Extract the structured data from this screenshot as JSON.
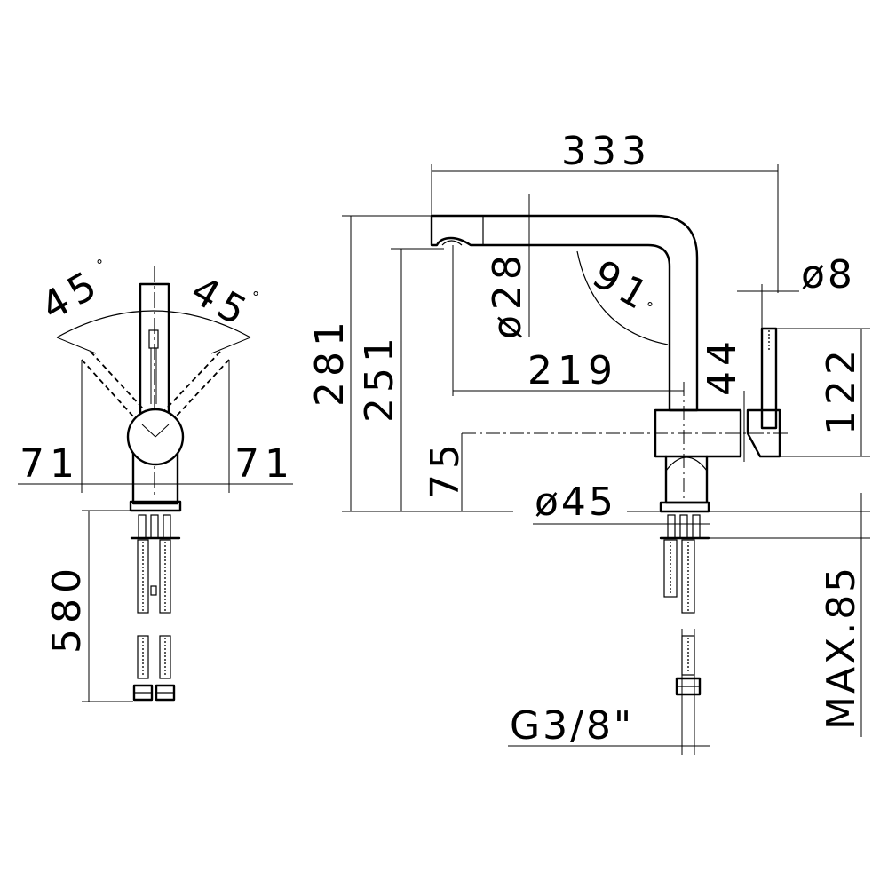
{
  "front_view": {
    "angle_left": "45",
    "angle_right": "45",
    "degree_symbol": "°",
    "width_left": "71",
    "width_right": "71",
    "hose_length": "580"
  },
  "side_view": {
    "spout_reach": "333",
    "spout_diameter": "ø28",
    "spout_angle": "91",
    "degree_symbol": "°",
    "total_height": "281",
    "outlet_height": "251",
    "spout_to_center": "219",
    "body_height": "75",
    "spout_drop": "44",
    "base_diameter": "ø45",
    "lever_diameter": "ø8",
    "lever_height": "122",
    "max_deck_thickness": "MAX.85",
    "connection_thread": "G3/8\""
  }
}
